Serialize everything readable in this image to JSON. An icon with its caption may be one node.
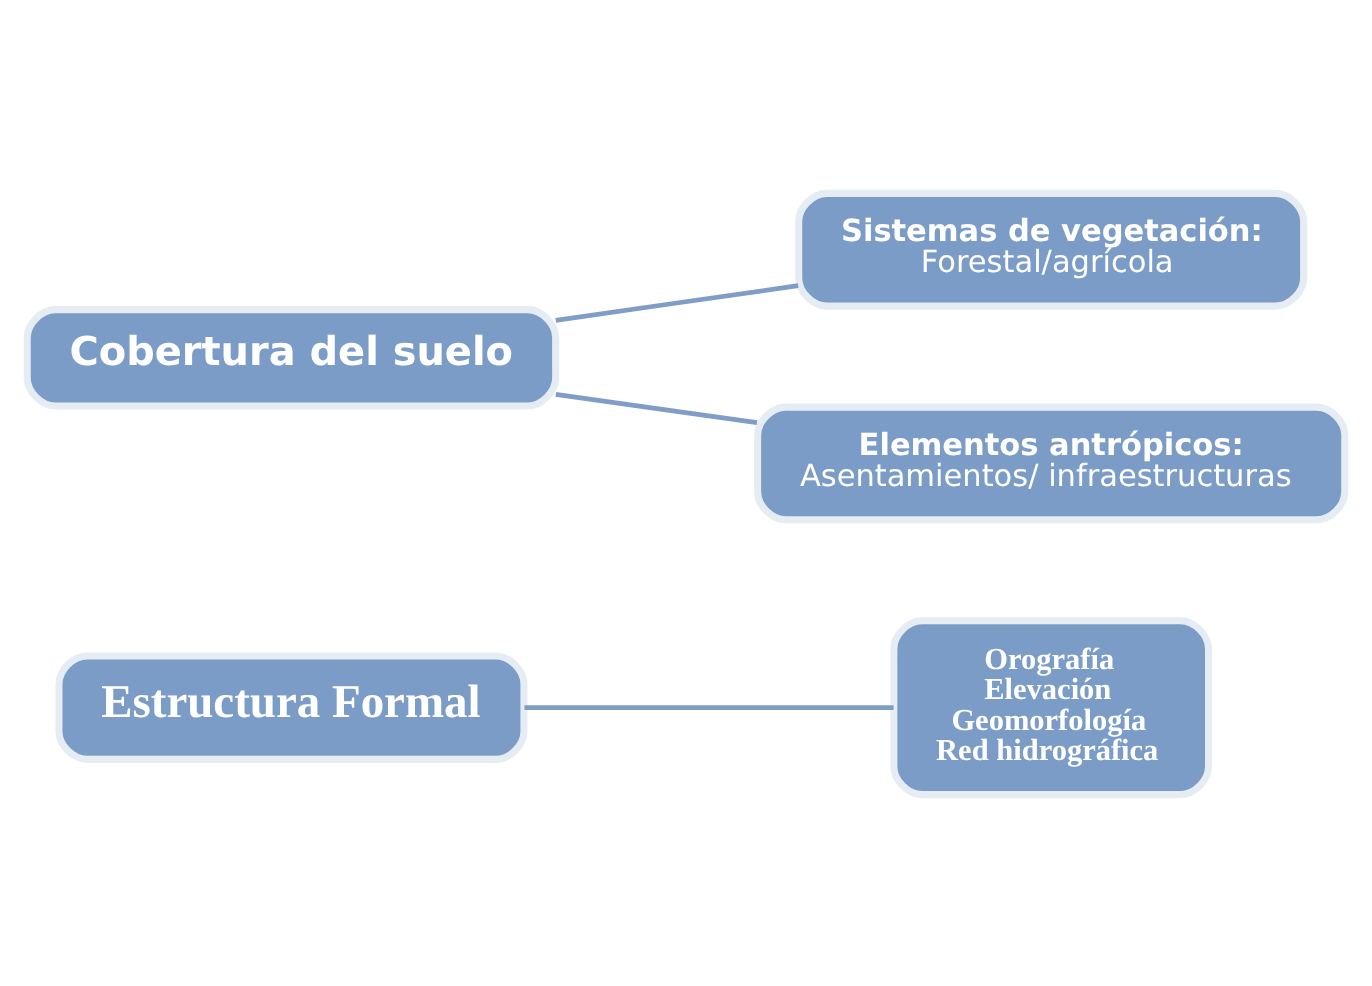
{
  "diagram": {
    "nodes": [
      {
        "text": [
          "Estructura Formal"
        ]
      },
      {
        "text": [
          "Orografía",
          "Elevación",
          "Geomorfología",
          "Red hidrográfica"
        ]
      },
      {
        "text": [
          "Cobertura del suelo"
        ]
      },
      {
        "text": [
          "Sistemas de vegetación:",
          "Forestal/agrícola"
        ]
      },
      {
        "text": [
          "Elementos antrópicos:",
          "Asentamientos/ infraestructuras"
        ]
      }
    ],
    "edges": [
      {
        "from": 0,
        "to": 1,
        "arrow": "none"
      },
      {
        "from": 2,
        "to": 3,
        "arrow": "none"
      },
      {
        "from": 2,
        "to": 4,
        "arrow": "none"
      }
    ]
  }
}
